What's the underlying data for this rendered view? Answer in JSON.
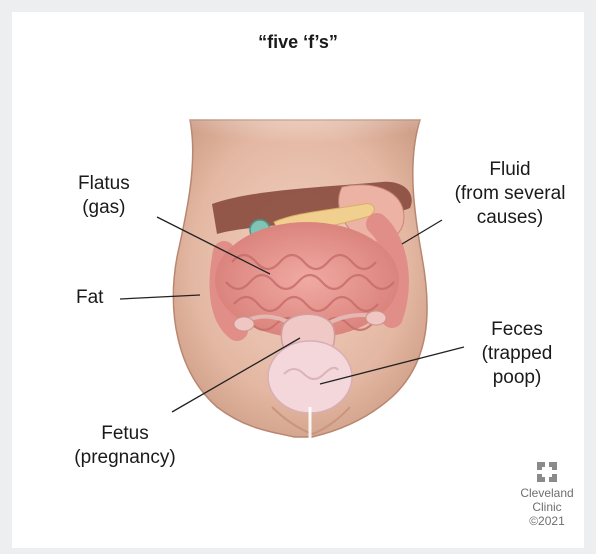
{
  "title": "“five ‘f’s”",
  "labels": {
    "flatus": [
      "Flatus",
      "(gas)"
    ],
    "fluid": [
      "Fluid",
      "(from several",
      "causes)"
    ],
    "fat": [
      "Fat"
    ],
    "feces": [
      "Feces",
      "(trapped",
      "poop)"
    ],
    "fetus": [
      "Fetus",
      "(pregnancy)"
    ]
  },
  "credit": {
    "brand_line1": "Cleveland",
    "brand_line2": "Clinic",
    "copyright": "©2021"
  },
  "colors": {
    "skin": "#e8c2ae",
    "skin_shadow": "#c9957f",
    "intestine": "#e99a93",
    "intestine_dark": "#c86d6a",
    "liver": "#8a4b3e",
    "pancreas": "#f1cf8f",
    "uterus": "#f0c9c7",
    "bladder": "#f4d7db",
    "leader_line": "#222222"
  }
}
